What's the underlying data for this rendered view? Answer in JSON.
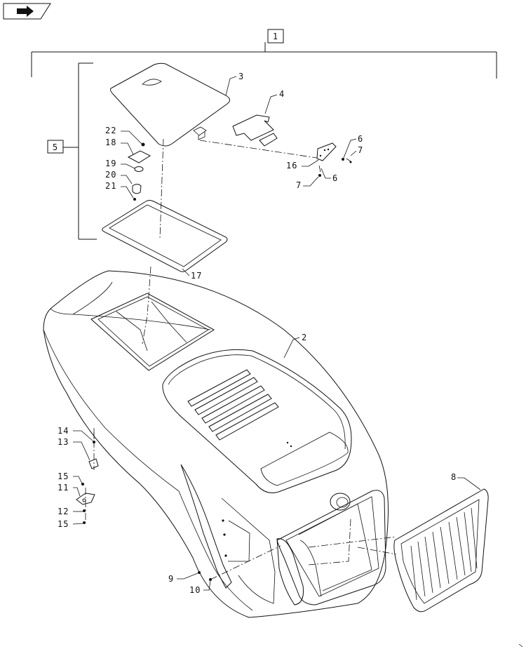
{
  "figure": {
    "nav_icon": "page-arrow-icon",
    "assembly_label": "1",
    "subassembly_label": "5",
    "callouts": {
      "c2": "2",
      "c3": "3",
      "c4": "4",
      "c6a": "6",
      "c6b": "6",
      "c7a": "7",
      "c7b": "7",
      "c8": "8",
      "c9": "9",
      "c10": "10",
      "c11": "11",
      "c12": "12",
      "c13": "13",
      "c14": "14",
      "c15a": "15",
      "c15b": "15",
      "c16": "16",
      "c17": "17",
      "c18": "18",
      "c19": "19",
      "c20": "20",
      "c21": "21",
      "c22": "22"
    }
  }
}
